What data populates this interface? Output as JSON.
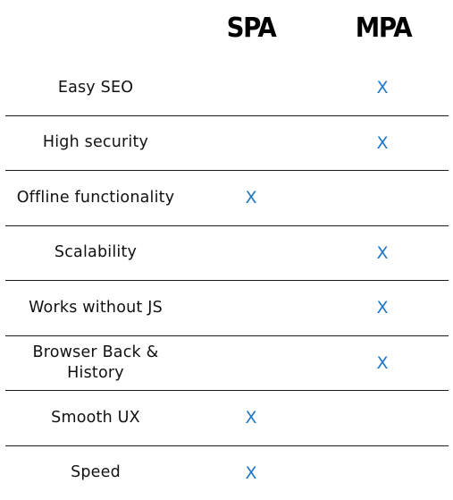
{
  "columns": {
    "spa": "SPA",
    "mpa": "MPA"
  },
  "mark_color": "#1f78c8",
  "rows": [
    {
      "feature": "Easy SEO",
      "spa": "",
      "mpa": "X"
    },
    {
      "feature": "High security",
      "spa": "",
      "mpa": "X"
    },
    {
      "feature": "Offline functionality",
      "spa": "X",
      "mpa": ""
    },
    {
      "feature": "Scalability",
      "spa": "",
      "mpa": "X"
    },
    {
      "feature": "Works without JS",
      "spa": "",
      "mpa": "X"
    },
    {
      "feature": "Browser Back & History",
      "spa": "",
      "mpa": "X"
    },
    {
      "feature": "Smooth UX",
      "spa": "X",
      "mpa": ""
    },
    {
      "feature": "Speed",
      "spa": "X",
      "mpa": ""
    }
  ]
}
